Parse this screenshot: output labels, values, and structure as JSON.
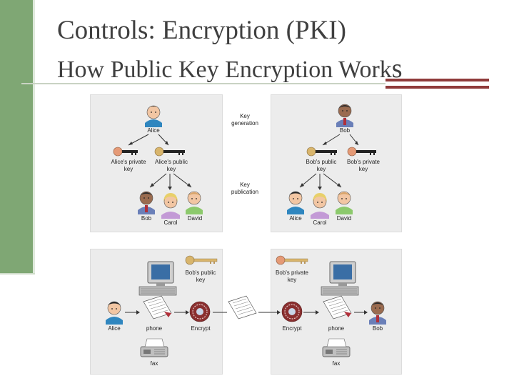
{
  "title": "Controls: Encryption (PKI)",
  "subtitle_prefix": "How Public Key Encryption Work",
  "subtitle_suffix": "s",
  "center_labels": {
    "key_generation": [
      "Key",
      "generation"
    ],
    "key_publication": [
      "Key",
      "publication"
    ]
  },
  "top_left": {
    "owner": "Alice",
    "private_key": [
      "Alice's private",
      "key"
    ],
    "public_key": [
      "Alice's public",
      "key"
    ],
    "recipients": [
      "Bob",
      "Carol",
      "David"
    ]
  },
  "top_right": {
    "owner": "Bob",
    "public_key": [
      "Bob's public",
      "key"
    ],
    "private_key": [
      "Bob's private",
      "key"
    ],
    "recipients": [
      "Alice",
      "Carol",
      "David"
    ]
  },
  "bottom_left": {
    "key_label": [
      "Bob's public",
      "key"
    ],
    "sender": "Alice",
    "channel": "phone",
    "action": "Encrypt",
    "fax": "fax"
  },
  "bottom_right": {
    "key_label": [
      "Bob's private",
      "key"
    ],
    "action": "Encrypt",
    "channel": "phone",
    "receiver": "Bob",
    "fax": "fax"
  },
  "colors": {
    "left_bar": "#7fa774",
    "accent_red": "#8f3b3b",
    "panel": "#ececec",
    "skin": "#f2c6a3",
    "alice_shirt": "#2f86bf",
    "bob_shirt": "#6a7fb8",
    "carol_shirt": "#c39ad6",
    "david_shirt": "#8cc96c",
    "key_gold": "#d8b56c",
    "key_black": "#222222"
  }
}
